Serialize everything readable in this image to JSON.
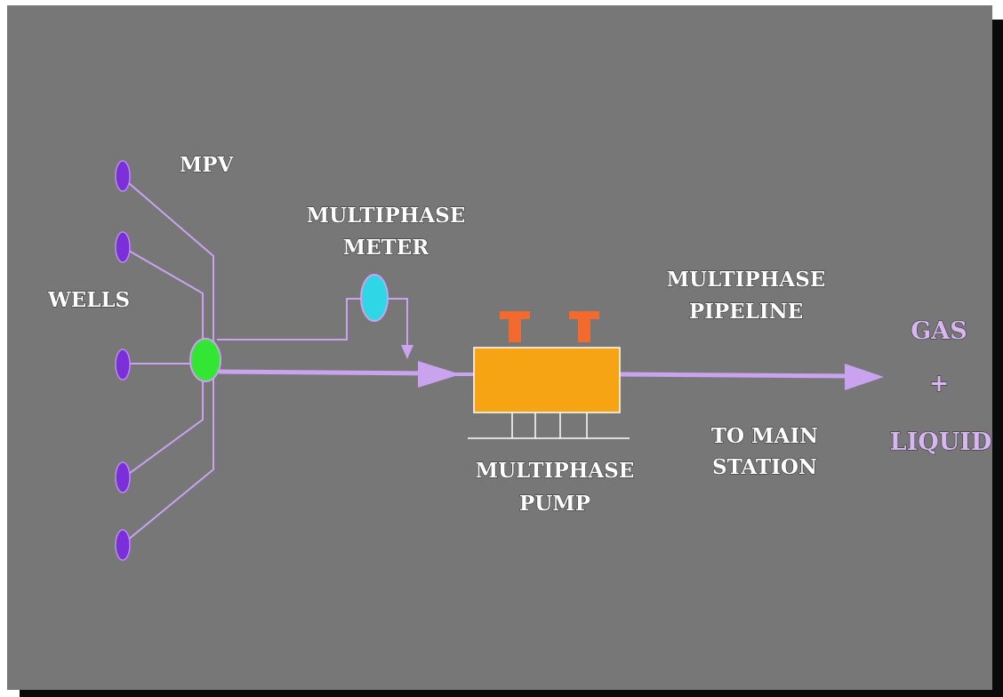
{
  "labels": {
    "wells": "WELLS",
    "mpv": "MPV",
    "meter_line1": "MULTIPHASE",
    "meter_line2": "METER",
    "pipeline_line1": "MULTIPHASE",
    "pipeline_line2": "PIPELINE",
    "pump_line1": "MULTIPHASE",
    "pump_line2": "PUMP",
    "station_line1": "TO MAIN",
    "station_line2": "STATION",
    "output_gas": "GAS",
    "output_plus": "+",
    "output_liquid": "LIQUID"
  },
  "colors": {
    "background": "#777777",
    "shadow": "#0a0a0a",
    "pipe": "#c9a3ee",
    "well": "#7a2fd8",
    "mpv": "#33e633",
    "meter": "#2ed6e6",
    "pump": "#f7a414",
    "pump_valve": "#f26a2e",
    "base": "#ffffff"
  },
  "icons": {
    "well": "well-marker-icon",
    "mpv": "mpv-valve-icon",
    "meter": "multiphase-meter-icon",
    "pump": "multiphase-pump-icon"
  }
}
